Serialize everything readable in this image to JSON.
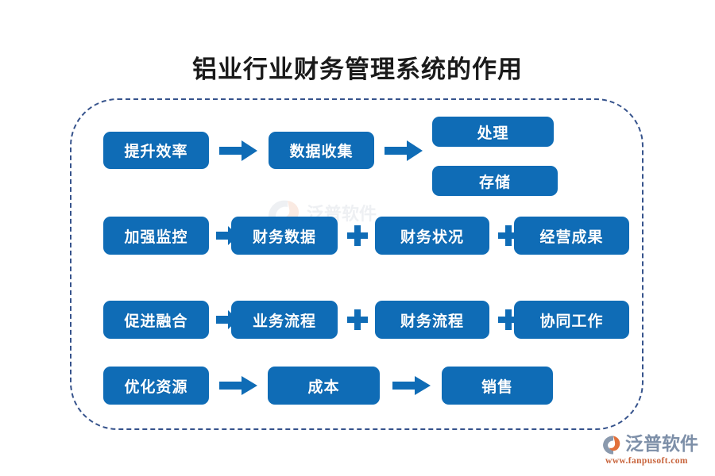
{
  "page": {
    "title": "铝业行业财务管理系统的作用",
    "background_color": "#ffffff"
  },
  "theme": {
    "node_color": "#0f6cb6",
    "node_text_color": "#ffffff",
    "arrow_color": "#0f6cb6",
    "plus_color": "#0f6cb6",
    "frame_border_color": "#36538c",
    "title_color": "#1a1a1a",
    "logo_text_color": "#7d8fa8",
    "logo_url_color": "#c8643c",
    "logo_mark_accent": "#e2703a"
  },
  "chart_data": {
    "type": "diagram",
    "title": "铝业行业财务管理系统的作用",
    "rows": [
      {
        "id": "row-1",
        "cause": "提升效率",
        "connector": "arrow",
        "middle": "数据收集",
        "connector2": "arrow",
        "outcomes": [
          "处理",
          "存储"
        ]
      },
      {
        "id": "row-2",
        "cause": "加强监控",
        "connector": "arrow",
        "middle": "财务数据",
        "connector2": "plus",
        "outcomes": [
          "财务状况",
          "经营成果"
        ]
      },
      {
        "id": "row-3",
        "cause": "促进融合",
        "connector": "arrow",
        "middle": "业务流程",
        "connector2": "plus",
        "outcomes": [
          "财务流程",
          "协同工作"
        ]
      },
      {
        "id": "row-4",
        "cause": "优化资源",
        "connector": "arrow",
        "middle": "成本",
        "connector2": "arrow",
        "outcomes": [
          "销售"
        ]
      }
    ]
  },
  "nodes": {
    "r1c1": "提升效率",
    "r1c2": "数据收集",
    "r1c3a": "处理",
    "r1c3b": "存储",
    "r2c1": "加强监控",
    "r2c2": "财务数据",
    "r2c3": "财务状况",
    "r2c4": "经营成果",
    "r3c1": "促进融合",
    "r3c2": "业务流程",
    "r3c3": "财务流程",
    "r3c4": "协同工作",
    "r4c1": "优化资源",
    "r4c2": "成本",
    "r4c3": "销售"
  },
  "logo": {
    "name": "泛普软件",
    "url": "www.fanpusoft.com"
  }
}
